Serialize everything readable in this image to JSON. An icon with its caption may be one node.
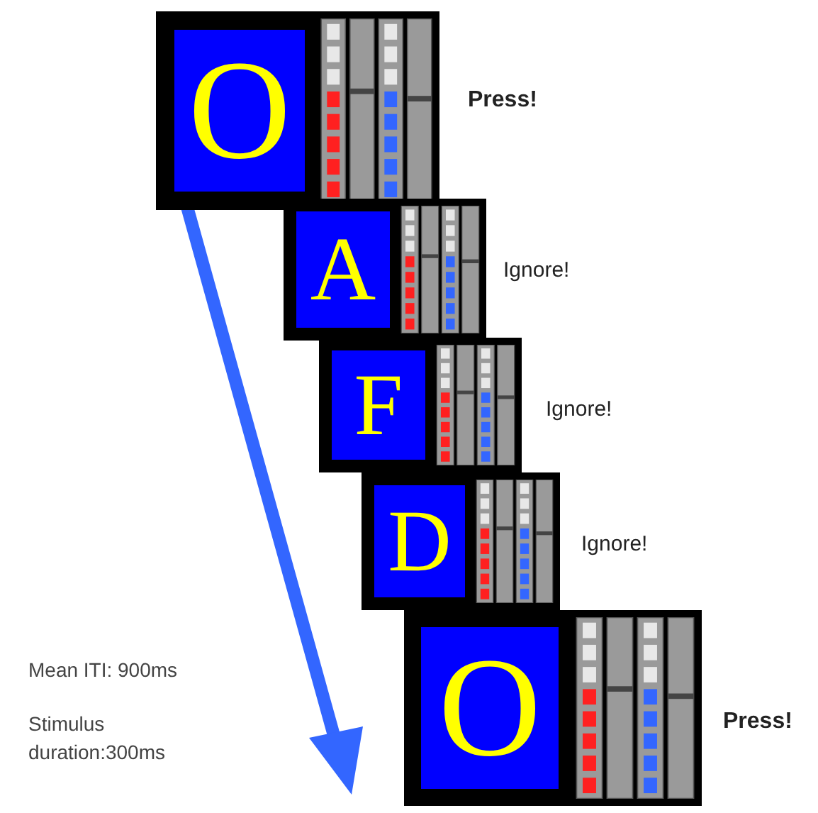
{
  "diagram": {
    "nodes": [
      {
        "text": [
          "O"
        ],
        "beside": [
          "Press!"
        ]
      },
      {
        "text": [
          "A"
        ],
        "beside": [
          "Ignore!"
        ]
      },
      {
        "text": [
          "F"
        ],
        "beside": [
          "Ignore!"
        ]
      },
      {
        "text": [
          "D"
        ],
        "beside": [
          "Ignore!"
        ]
      },
      {
        "text": [
          "O"
        ],
        "beside": [
          "Press!"
        ]
      }
    ],
    "labels": [
      "Mean ITI: 900ms",
      "Stimulus duration:300ms"
    ]
  }
}
